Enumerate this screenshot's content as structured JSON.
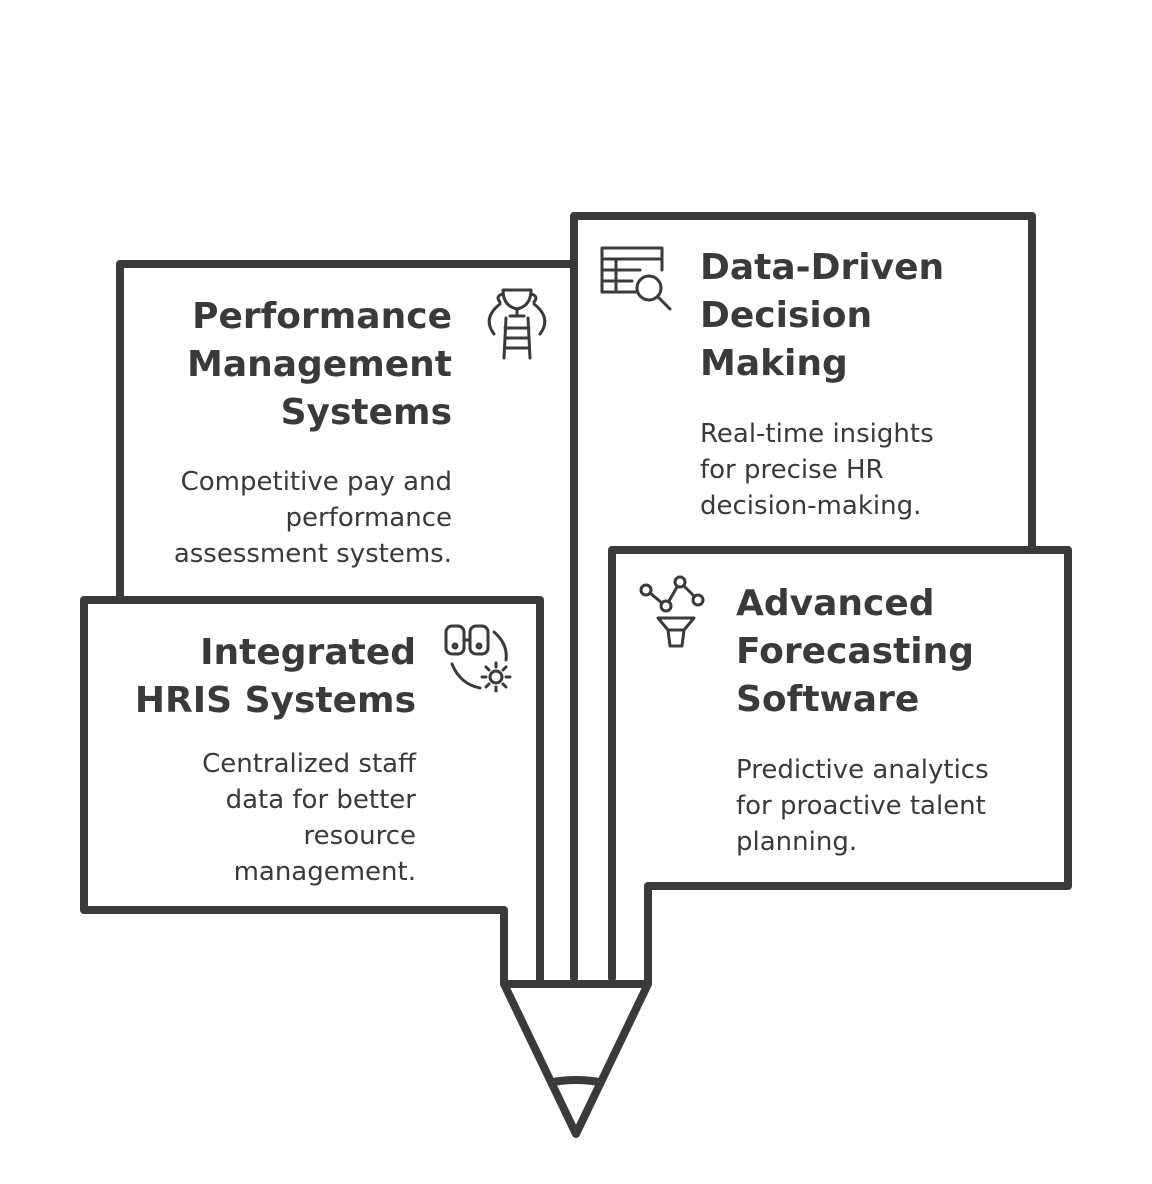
{
  "cards": [
    {
      "id": "performance",
      "title": "Performance\nManagement\nSystems",
      "description": "Competitive pay and\nperformance\nassessment systems.",
      "icon": "trophy-ladder-icon"
    },
    {
      "id": "data-driven",
      "title": "Data-Driven\nDecision\nMaking",
      "description": "Real-time insights\nfor precise HR\ndecision-making.",
      "icon": "table-magnifier-icon"
    },
    {
      "id": "hris",
      "title": "Integrated\nHRIS Systems",
      "description": "Centralized staff\ndata for better\nresource\nmanagement.",
      "icon": "binoculars-gear-icon"
    },
    {
      "id": "forecasting",
      "title": "Advanced\nForecasting\nSoftware",
      "description": "Predictive analytics\nfor proactive talent\nplanning.",
      "icon": "network-funnel-icon"
    }
  ],
  "colors": {
    "stroke": "#3a3a3a",
    "text": "#3a3a3a",
    "background": "#ffffff"
  }
}
